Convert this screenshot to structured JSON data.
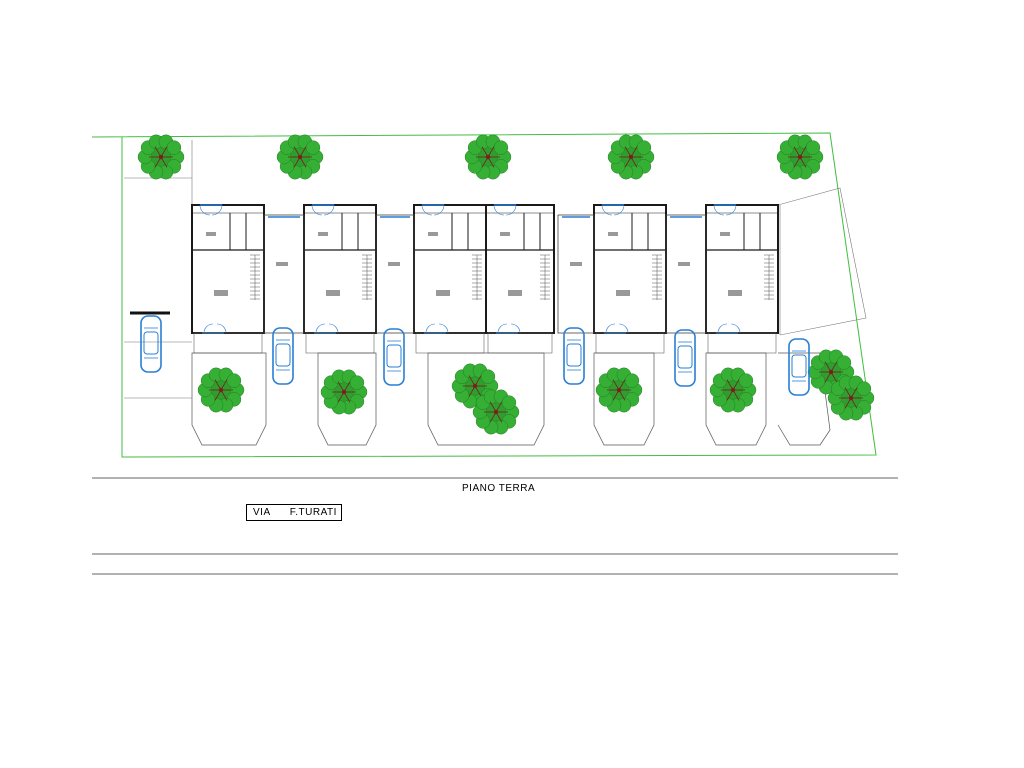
{
  "drawing": {
    "floor_label": "PIANO TERRA",
    "street_label": "VIA      F.TURATI",
    "colors": {
      "boundary": "#3fbf3f",
      "walls": "#1a1a1a",
      "car": "#2a7fd4",
      "tree_canopy": "#2e9e2e",
      "tree_center": "#7a1e1e",
      "stairs": "#555555"
    },
    "icons": [
      "tree-icon",
      "car-icon",
      "stair-icon",
      "door-icon"
    ],
    "units": 6
  }
}
